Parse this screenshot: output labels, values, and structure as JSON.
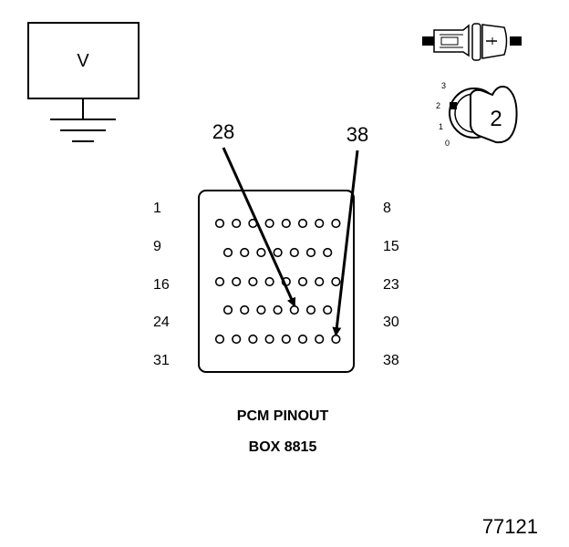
{
  "meter": {
    "label": "V"
  },
  "switch": {
    "positions": [
      "3",
      "2",
      "1",
      "0"
    ],
    "selected": "2"
  },
  "connector": {
    "rows": [
      {
        "left": "1",
        "right": "8",
        "pins": 8
      },
      {
        "left": "9",
        "right": "15",
        "pins": 7
      },
      {
        "left": "16",
        "right": "23",
        "pins": 8
      },
      {
        "left": "24",
        "right": "30",
        "pins": 7
      },
      {
        "left": "31",
        "right": "38",
        "pins": 8
      }
    ]
  },
  "callouts": [
    {
      "label": "28",
      "row": 3,
      "col": 4
    },
    {
      "label": "38",
      "row": 4,
      "col": 7
    }
  ],
  "caption": {
    "line1": "PCM PINOUT",
    "line2": "BOX 8815"
  },
  "figure_number": "77121"
}
